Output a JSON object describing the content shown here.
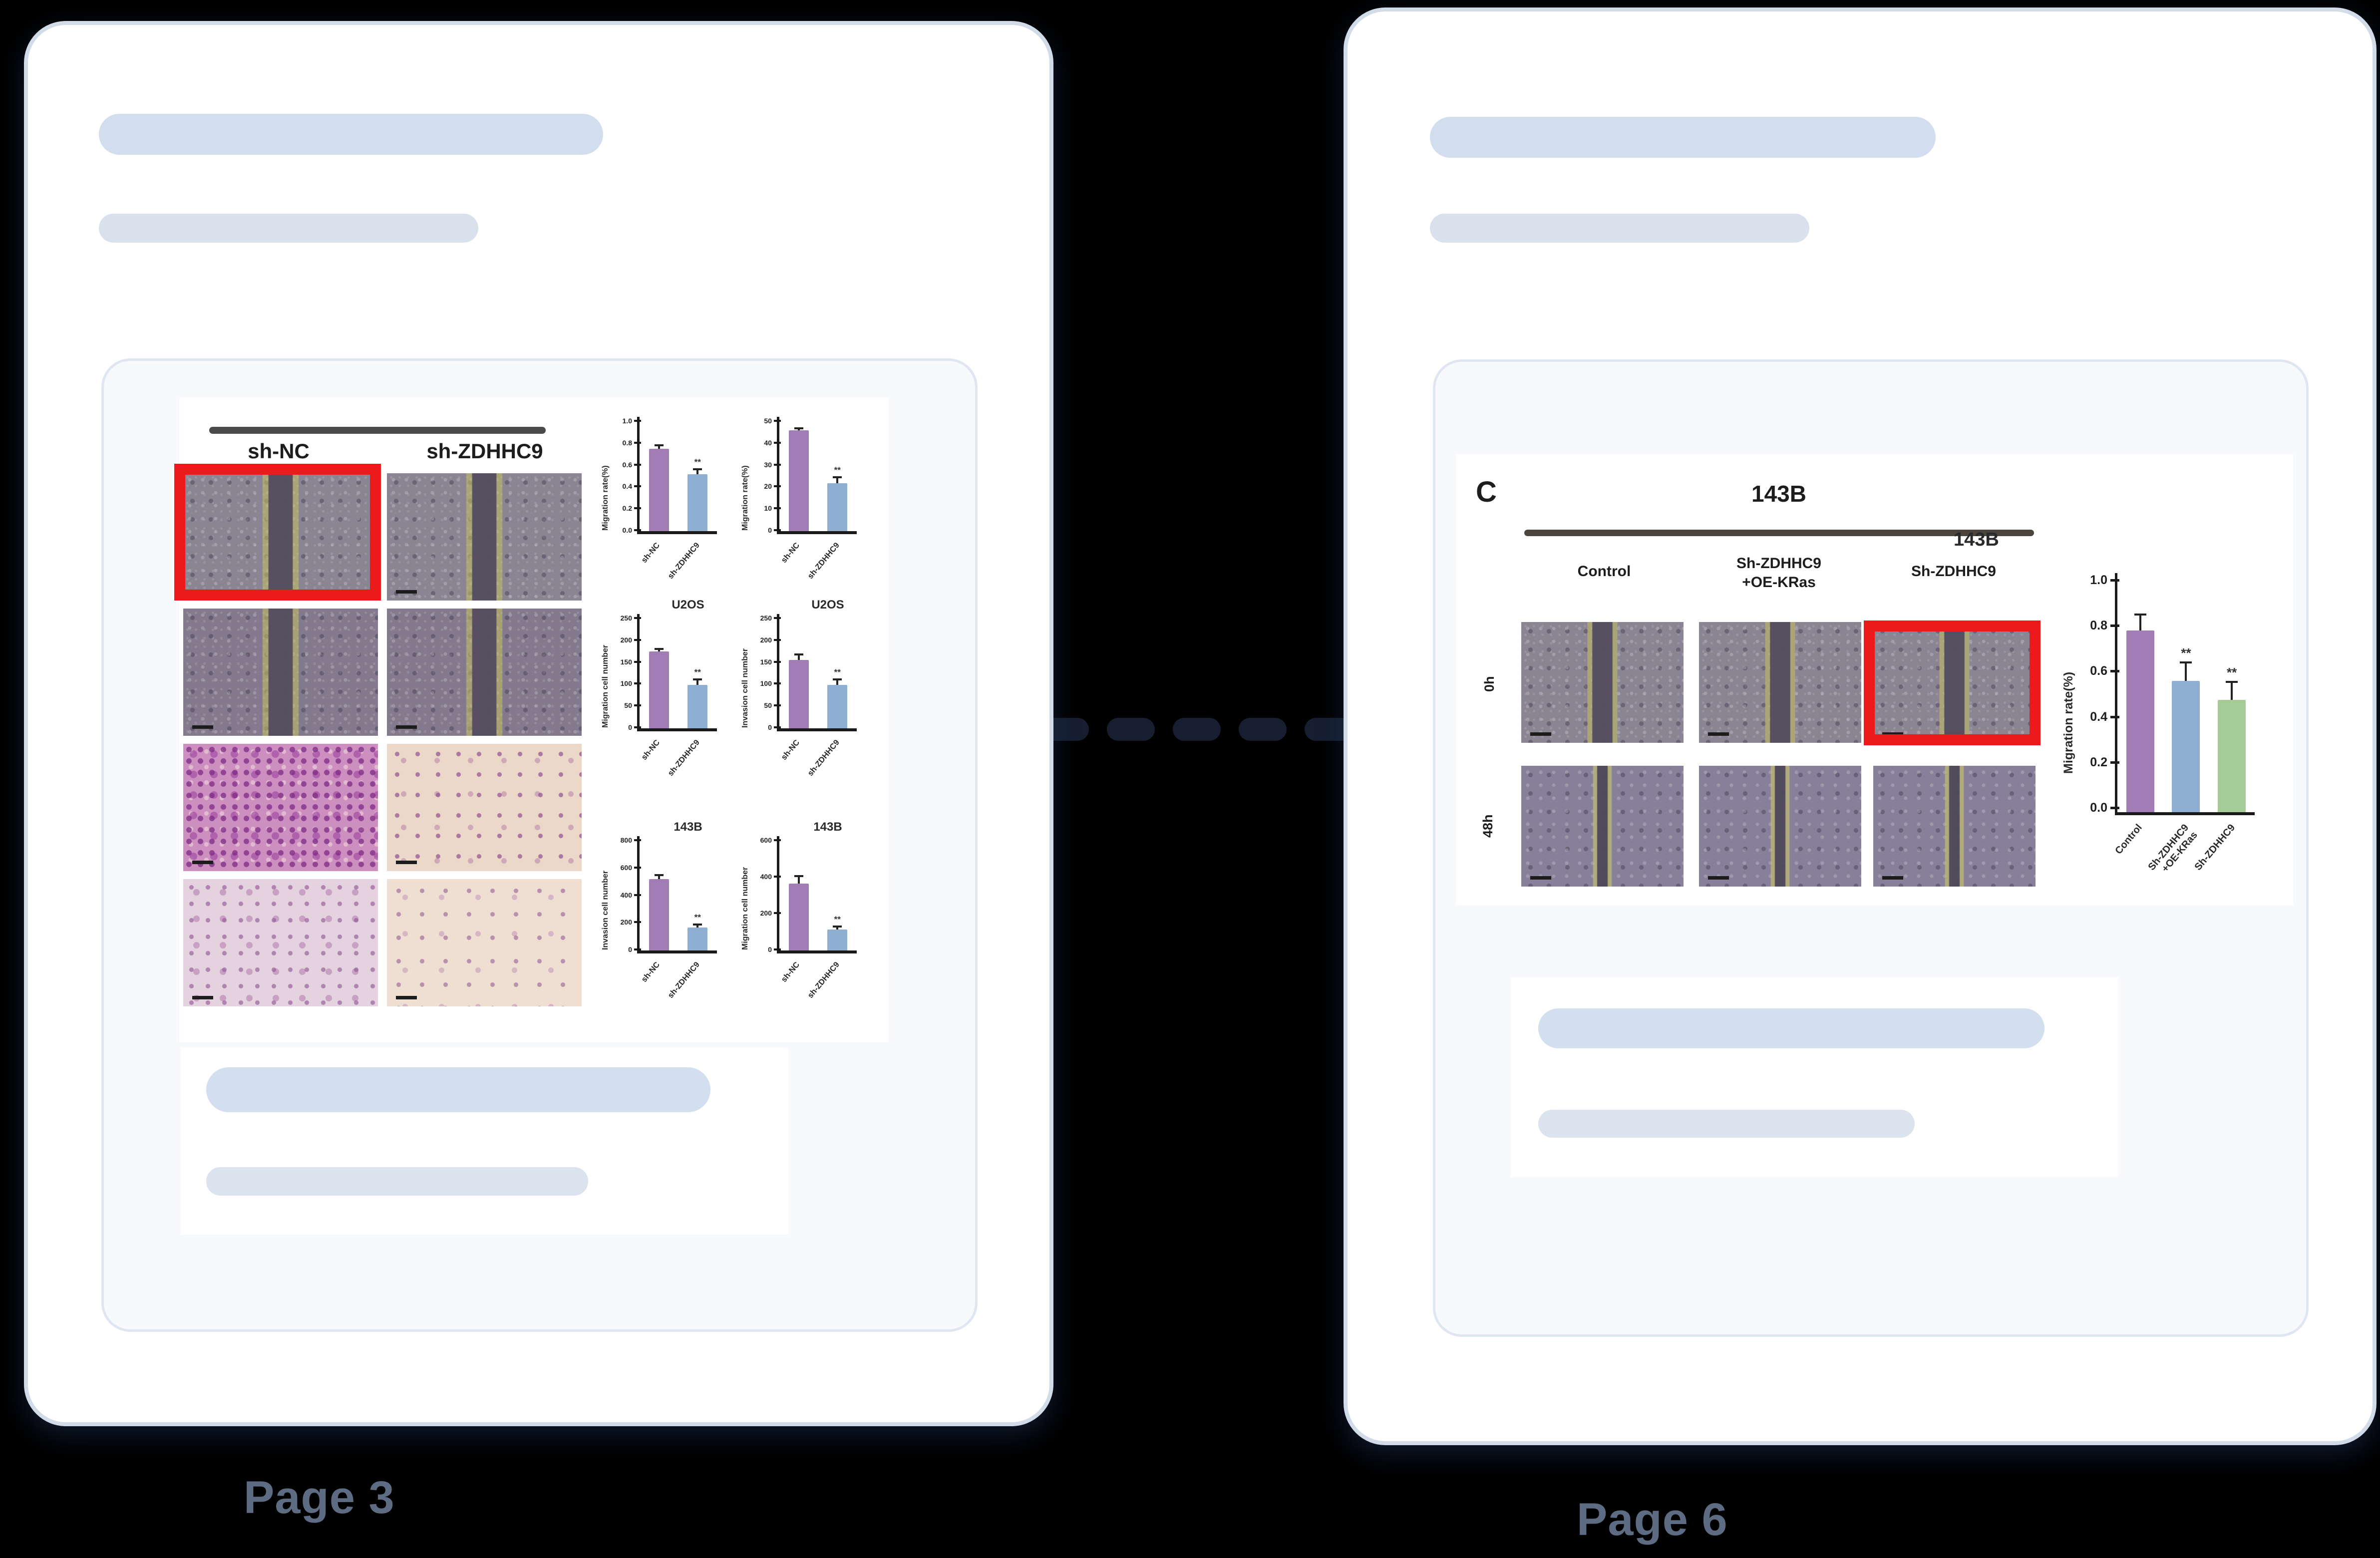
{
  "app": {
    "view_name": "page-figure-match-comparison",
    "background": "#000000"
  },
  "connector": {
    "dash_count": 5,
    "dash_color": "#161e30"
  },
  "colors": {
    "purple": "#a27cb5",
    "blue": "#8fafd2",
    "green": "#a5cc96",
    "highlight_red": "#ec1a1a",
    "placeholder": "#d2dded",
    "page_label": "#5d6c83"
  },
  "left_page": {
    "label": "Page 3",
    "figure": {
      "group_labels": [
        "sh-NC",
        "sh-ZDHHC9"
      ]
    }
  },
  "right_page": {
    "label": "Page 6",
    "figure": {
      "panel_letter": "C",
      "title": "143B",
      "col_labels": [
        "Control",
        "Sh-ZDHHC9\n+OE-KRas",
        "Sh-ZDHHC9"
      ],
      "row_labels": [
        "0h",
        "48h"
      ]
    }
  },
  "chart_data": [
    {
      "type": "bar",
      "title": "",
      "ylabel": "Migration rate(%)",
      "categories": [
        "sh-NC",
        "sh-ZDHHC9"
      ],
      "values": [
        0.72,
        0.5
      ],
      "errors": [
        0.04,
        0.05
      ],
      "sig": [
        "",
        "**"
      ],
      "bar_colors": [
        "purple",
        "blue"
      ],
      "ylim": [
        0,
        1.0
      ],
      "yticks": [
        "1.0",
        "0.8",
        "0.6",
        "0.4",
        "0.2",
        "0.0"
      ],
      "legend": "none",
      "grid": false
    },
    {
      "type": "bar",
      "title": "",
      "ylabel": "Migration rate(%)",
      "categories": [
        "sh-NC",
        "sh-ZDHHC9"
      ],
      "values": [
        44,
        21
      ],
      "errors": [
        1.5,
        3
      ],
      "sig": [
        "",
        "**"
      ],
      "bar_colors": [
        "purple",
        "blue"
      ],
      "ylim": [
        0,
        50
      ],
      "yticks": [
        "50",
        "40",
        "30",
        "20",
        "10",
        "0"
      ],
      "legend": "none",
      "grid": false
    },
    {
      "type": "bar",
      "title": "U2OS",
      "ylabel": "Migration cell number",
      "categories": [
        "sh-NC",
        "sh-ZDHHC9"
      ],
      "values": [
        168,
        95
      ],
      "errors": [
        8,
        14
      ],
      "sig": [
        "",
        "**"
      ],
      "bar_colors": [
        "purple",
        "blue"
      ],
      "ylim": [
        0,
        250
      ],
      "yticks": [
        "250",
        "200",
        "150",
        "100",
        "50",
        "0"
      ],
      "legend": "none",
      "grid": false
    },
    {
      "type": "bar",
      "title": "U2OS",
      "ylabel": "Invasion cell number",
      "categories": [
        "sh-NC",
        "sh-ZDHHC9"
      ],
      "values": [
        150,
        95
      ],
      "errors": [
        14,
        14
      ],
      "sig": [
        "",
        "**"
      ],
      "bar_colors": [
        "purple",
        "blue"
      ],
      "ylim": [
        0,
        250
      ],
      "yticks": [
        "250",
        "200",
        "150",
        "100",
        "50",
        "0"
      ],
      "legend": "none",
      "grid": false
    },
    {
      "type": "bar",
      "title": "143B",
      "ylabel": "Invasion cell number",
      "categories": [
        "sh-NC",
        "sh-ZDHHC9"
      ],
      "values": [
        500,
        160
      ],
      "errors": [
        35,
        30
      ],
      "sig": [
        "",
        "**"
      ],
      "bar_colors": [
        "purple",
        "blue"
      ],
      "ylim": [
        0,
        800
      ],
      "yticks": [
        "800",
        "600",
        "400",
        "200",
        "0"
      ],
      "legend": "none",
      "grid": false
    },
    {
      "type": "bar",
      "title": "143B",
      "ylabel": "Migration cell number",
      "categories": [
        "sh-NC",
        "sh-ZDHHC9"
      ],
      "values": [
        350,
        110
      ],
      "errors": [
        45,
        20
      ],
      "sig": [
        "",
        "**"
      ],
      "bar_colors": [
        "purple",
        "blue"
      ],
      "ylim": [
        0,
        600
      ],
      "yticks": [
        "600",
        "400",
        "200",
        "0"
      ],
      "legend": "none",
      "grid": false
    },
    {
      "type": "bar",
      "title": "143B",
      "ylabel": "Migration rate(%)",
      "categories": [
        "Control",
        "Sh-ZDHHC9\n+OE-KRas",
        "Sh-ZDHHC9"
      ],
      "values": [
        0.76,
        0.55,
        0.47
      ],
      "errors": [
        0.07,
        0.08,
        0.08
      ],
      "sig": [
        "",
        "**",
        "**"
      ],
      "bar_colors": [
        "purple",
        "blue",
        "green"
      ],
      "ylim": [
        0,
        1.0
      ],
      "yticks": [
        "1.0",
        "0.8",
        "0.6",
        "0.4",
        "0.2",
        "0.0"
      ],
      "legend": "none",
      "grid": false
    }
  ]
}
